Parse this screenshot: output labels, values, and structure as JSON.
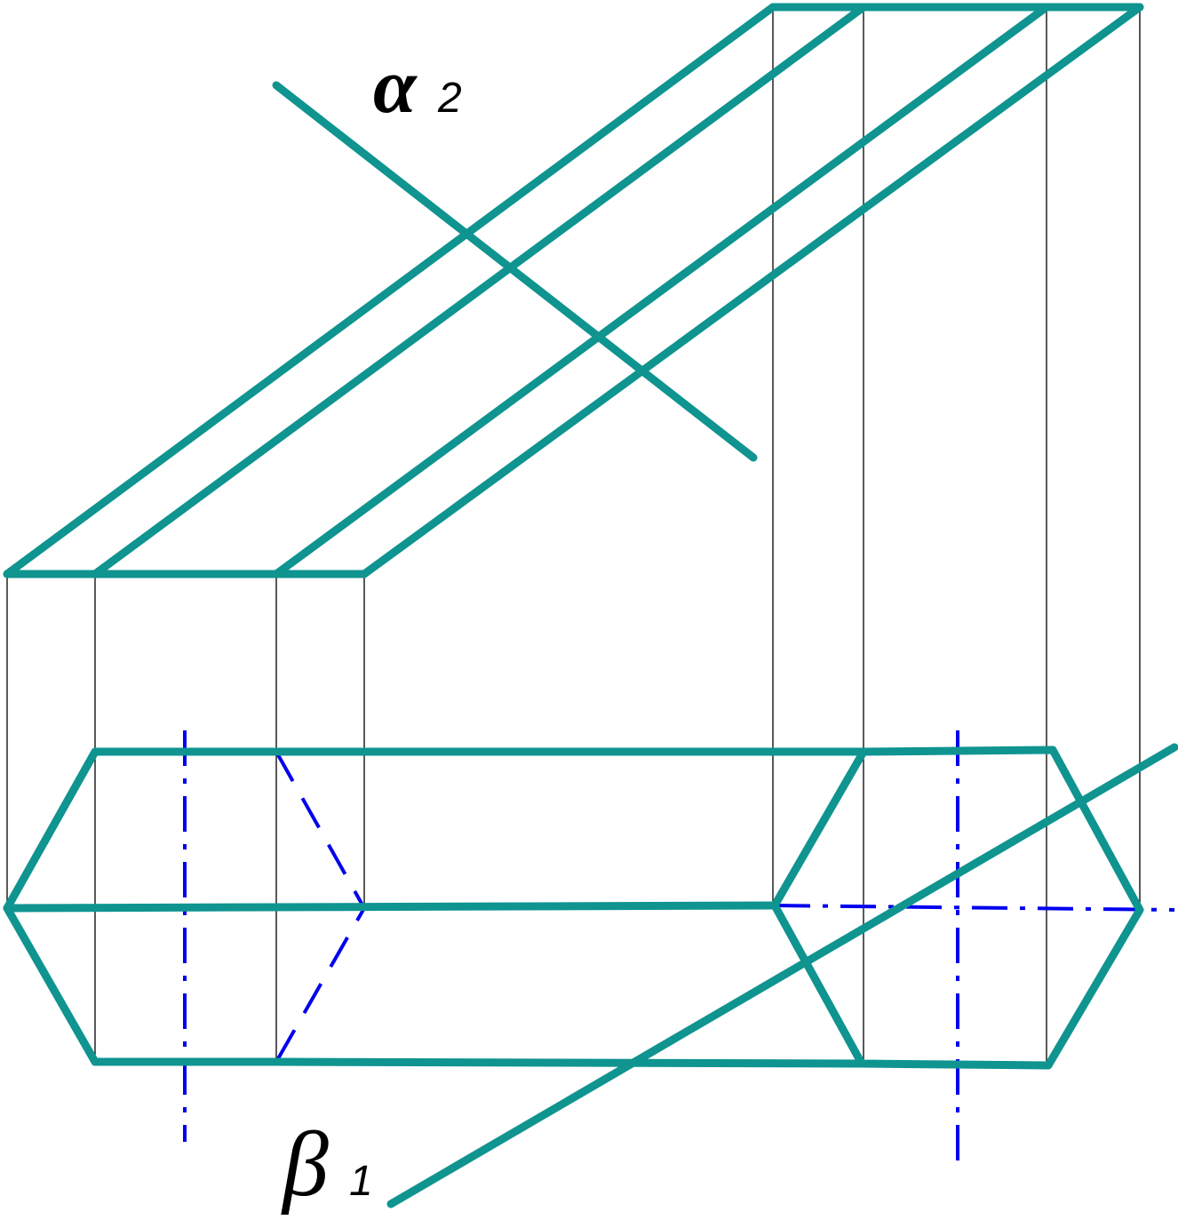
{
  "labels": {
    "alpha_symbol": "α",
    "alpha_index": "2",
    "beta_symbol": "β",
    "beta_index": "1"
  },
  "colors": {
    "contour": "#0f9490",
    "projection_lines": "#000000",
    "axis_and_hidden_lines": "#0000ee"
  }
}
